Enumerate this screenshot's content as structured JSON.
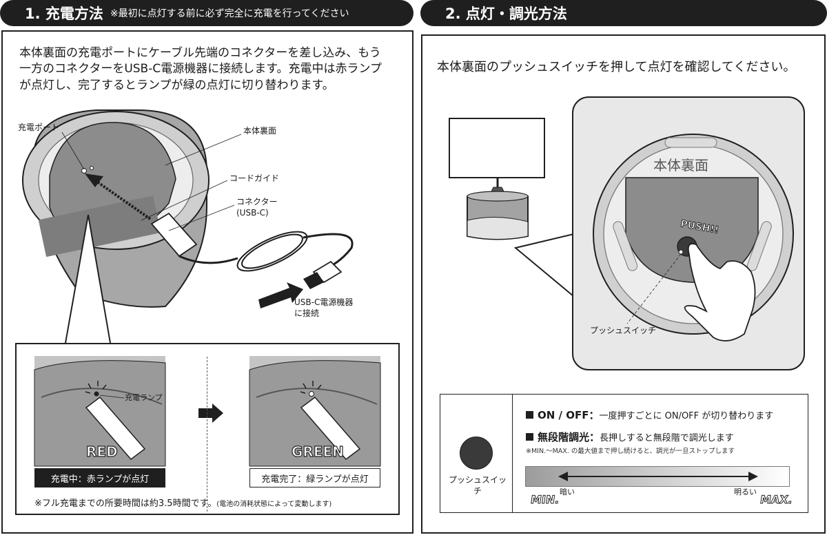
{
  "section1": {
    "title": "1. 充電方法",
    "note": "※最初に点灯する前に必ず完全に充電を行ってください",
    "body_lines": [
      "本体裏面の充電ポートにケーブル先端のコネクターを差し込み、もう",
      "一方のコネクターをUSB-C電源機器に接続します。充電中は赤ランプ",
      "が点灯し、完了するとランプが緑の点灯に切り替わります。"
    ],
    "labels": {
      "charge_port": "充電ポート",
      "back_side": "本体裏面",
      "cord_guide": "コードガイド",
      "connector_1": "コネクター",
      "connector_2": "(USB-C)",
      "usbc_1": "USB-C電源機器",
      "usbc_2": "に接続",
      "charge_lamp": "充電ランプ",
      "red": "RED",
      "green": "GREEN",
      "charging": "充電中：赤ランプが点灯",
      "complete": "充電完了：緑ランプが点灯",
      "footnote_main": "※フル充電までの所要時間は約3.5時間です。",
      "footnote_small": "(電池の消耗状態によって変動します)"
    }
  },
  "section2": {
    "title": "2. 点灯・調光方法",
    "body": "本体裏面のプッシュスイッチを押して点灯を確認してください。",
    "labels": {
      "back_side": "本体裏面",
      "push": "PUSH!!",
      "push_switch": "プッシュスイッチ"
    },
    "table": {
      "switch_label": "プッシュスイッチ",
      "onoff_key": "ON / OFF：",
      "onoff_desc": "一度押すごとに ON/OFF が切り替わります",
      "dim_key": "無段階調光：",
      "dim_desc": "長押しすると無段階で調光します",
      "dim_note": "※MIN.～MAX. の最大値まで押し続けると、調光が一旦ストップします",
      "dark": "暗い",
      "bright": "明るい",
      "min": "MIN.",
      "max": "MAX."
    }
  },
  "colors": {
    "header": "#1f1f1f",
    "device_grey": "#8c8c8c",
    "light_grey": "#bdbdbd",
    "panel_bg": "#e8e8e8"
  }
}
